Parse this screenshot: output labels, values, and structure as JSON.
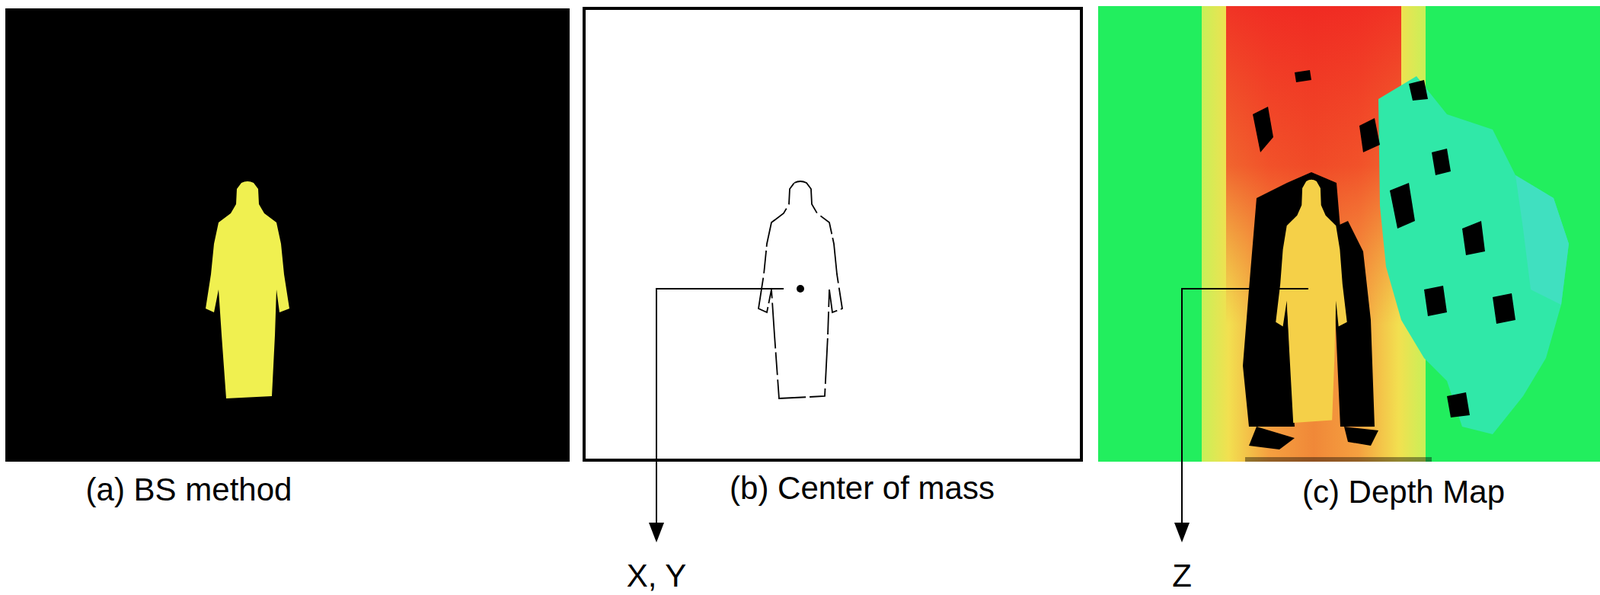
{
  "diagram": {
    "nodes": [
      {
        "text": [
          "(a) BS method"
        ]
      },
      {
        "text": [
          "(b) Center of mass"
        ]
      },
      {
        "text": [
          "(c) Depth Map"
        ]
      }
    ],
    "labels": [
      "X, Y",
      "Z"
    ]
  }
}
